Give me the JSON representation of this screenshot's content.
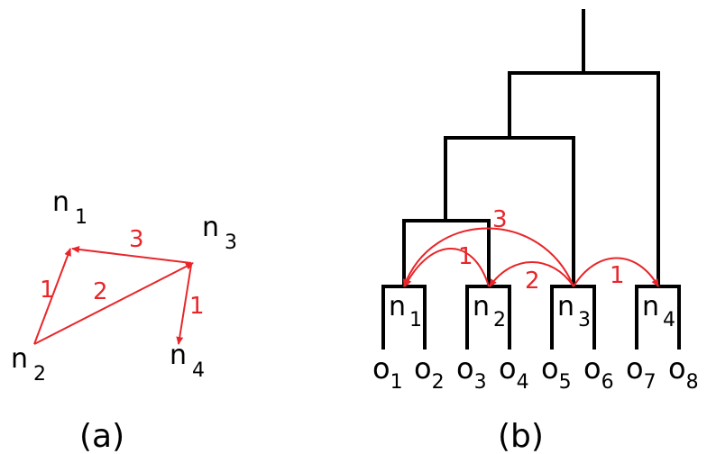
{
  "colors": {
    "tree": "#000000",
    "edge": "#e8262a",
    "background": "#ffffff"
  },
  "panel_a": {
    "caption": "(a)",
    "nodes": {
      "n1": {
        "main": "n",
        "sub": "1"
      },
      "n2": {
        "main": "n",
        "sub": "2"
      },
      "n3": {
        "main": "n",
        "sub": "3"
      },
      "n4": {
        "main": "n",
        "sub": "4"
      }
    },
    "edges": {
      "e31": "3",
      "e21": "1",
      "e23": "2",
      "e34": "1"
    }
  },
  "panel_b": {
    "caption": "(b)",
    "nodes": {
      "n1": {
        "main": "n",
        "sub": "1"
      },
      "n2": {
        "main": "n",
        "sub": "2"
      },
      "n3": {
        "main": "n",
        "sub": "3"
      },
      "n4": {
        "main": "n",
        "sub": "4"
      }
    },
    "leaves": [
      {
        "main": "o",
        "sub": "1"
      },
      {
        "main": "o",
        "sub": "2"
      },
      {
        "main": "o",
        "sub": "3"
      },
      {
        "main": "o",
        "sub": "4"
      },
      {
        "main": "o",
        "sub": "5"
      },
      {
        "main": "o",
        "sub": "6"
      },
      {
        "main": "o",
        "sub": "7"
      },
      {
        "main": "o",
        "sub": "8"
      }
    ],
    "edges": {
      "e31": "3",
      "e21": "1",
      "e32": "2",
      "e34": "1"
    }
  }
}
